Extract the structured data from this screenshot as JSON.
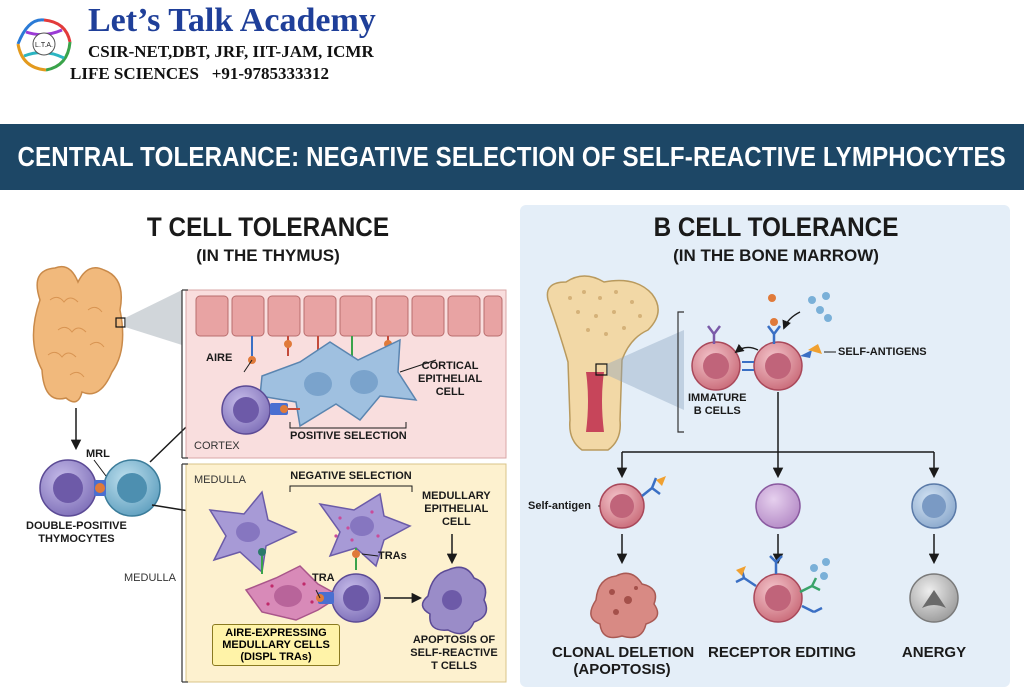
{
  "header": {
    "brand_title": "Let’s Talk Academy",
    "brand_line1": "CSIR-NET,DBT, JRF, IIT-JAM, ICMR",
    "brand_line2": "LIFE SCIENCES   +91-9785333312",
    "logo_text": "L.T.A."
  },
  "banner": {
    "title": "CENTRAL TOLERANCE: NEGATIVE SELECTION OF SELF-REACTIVE LYMPHOCYTES"
  },
  "t_cell": {
    "title": "T CELL TOLERANCE",
    "subtitle": "(IN THE THYMUS)",
    "labels": {
      "aire": "AIRE",
      "cortical": "CORTICAL\nEPITHELIAL\nCELL",
      "cortex": "CORTEX",
      "positive_selection": "POSITIVE SELECTION",
      "mrl": "MRL",
      "double_positive": "DOUBLE-POSITIVE\nTHYMOCYTES",
      "medulla_top": "MEDULLA",
      "medulla_side": "MEDULLA",
      "negative_selection": "NEGATIVE SELECTION",
      "medullary": "MEDULLARY\nEPITHELIAL\nCELL",
      "tras": "TRAs",
      "tra": "TRA",
      "aire_box": "AIRE-EXPRESSING\nMEDULLARY CELLS\n(DISPL TRAs)",
      "apoptosis": "APOPTOSIS OF\nSELF-REACTIVE\nT CELLS"
    }
  },
  "b_cell": {
    "title": "B CELL TOLERANCE",
    "subtitle": "(IN THE BONE MARROW)",
    "labels": {
      "self_antigens": "SELF-ANTIGENS",
      "immature": "IMMATURE\nB CELLS",
      "self_antigen": "Self-antigen"
    },
    "outcomes": [
      {
        "label": "CLONAL DELETION\n(APOPTOSIS)"
      },
      {
        "label": "RECEPTOR EDITING"
      },
      {
        "label": "ANERGY"
      }
    ]
  },
  "colors": {
    "banner": "#1d4766",
    "brand": "#1f3f99",
    "b_panel": "#e4eef8",
    "cortex": "#f9dede",
    "medulla": "#fdf1cf",
    "thymocyte": "#9a8cc8",
    "b_cell": "#d9838f"
  }
}
